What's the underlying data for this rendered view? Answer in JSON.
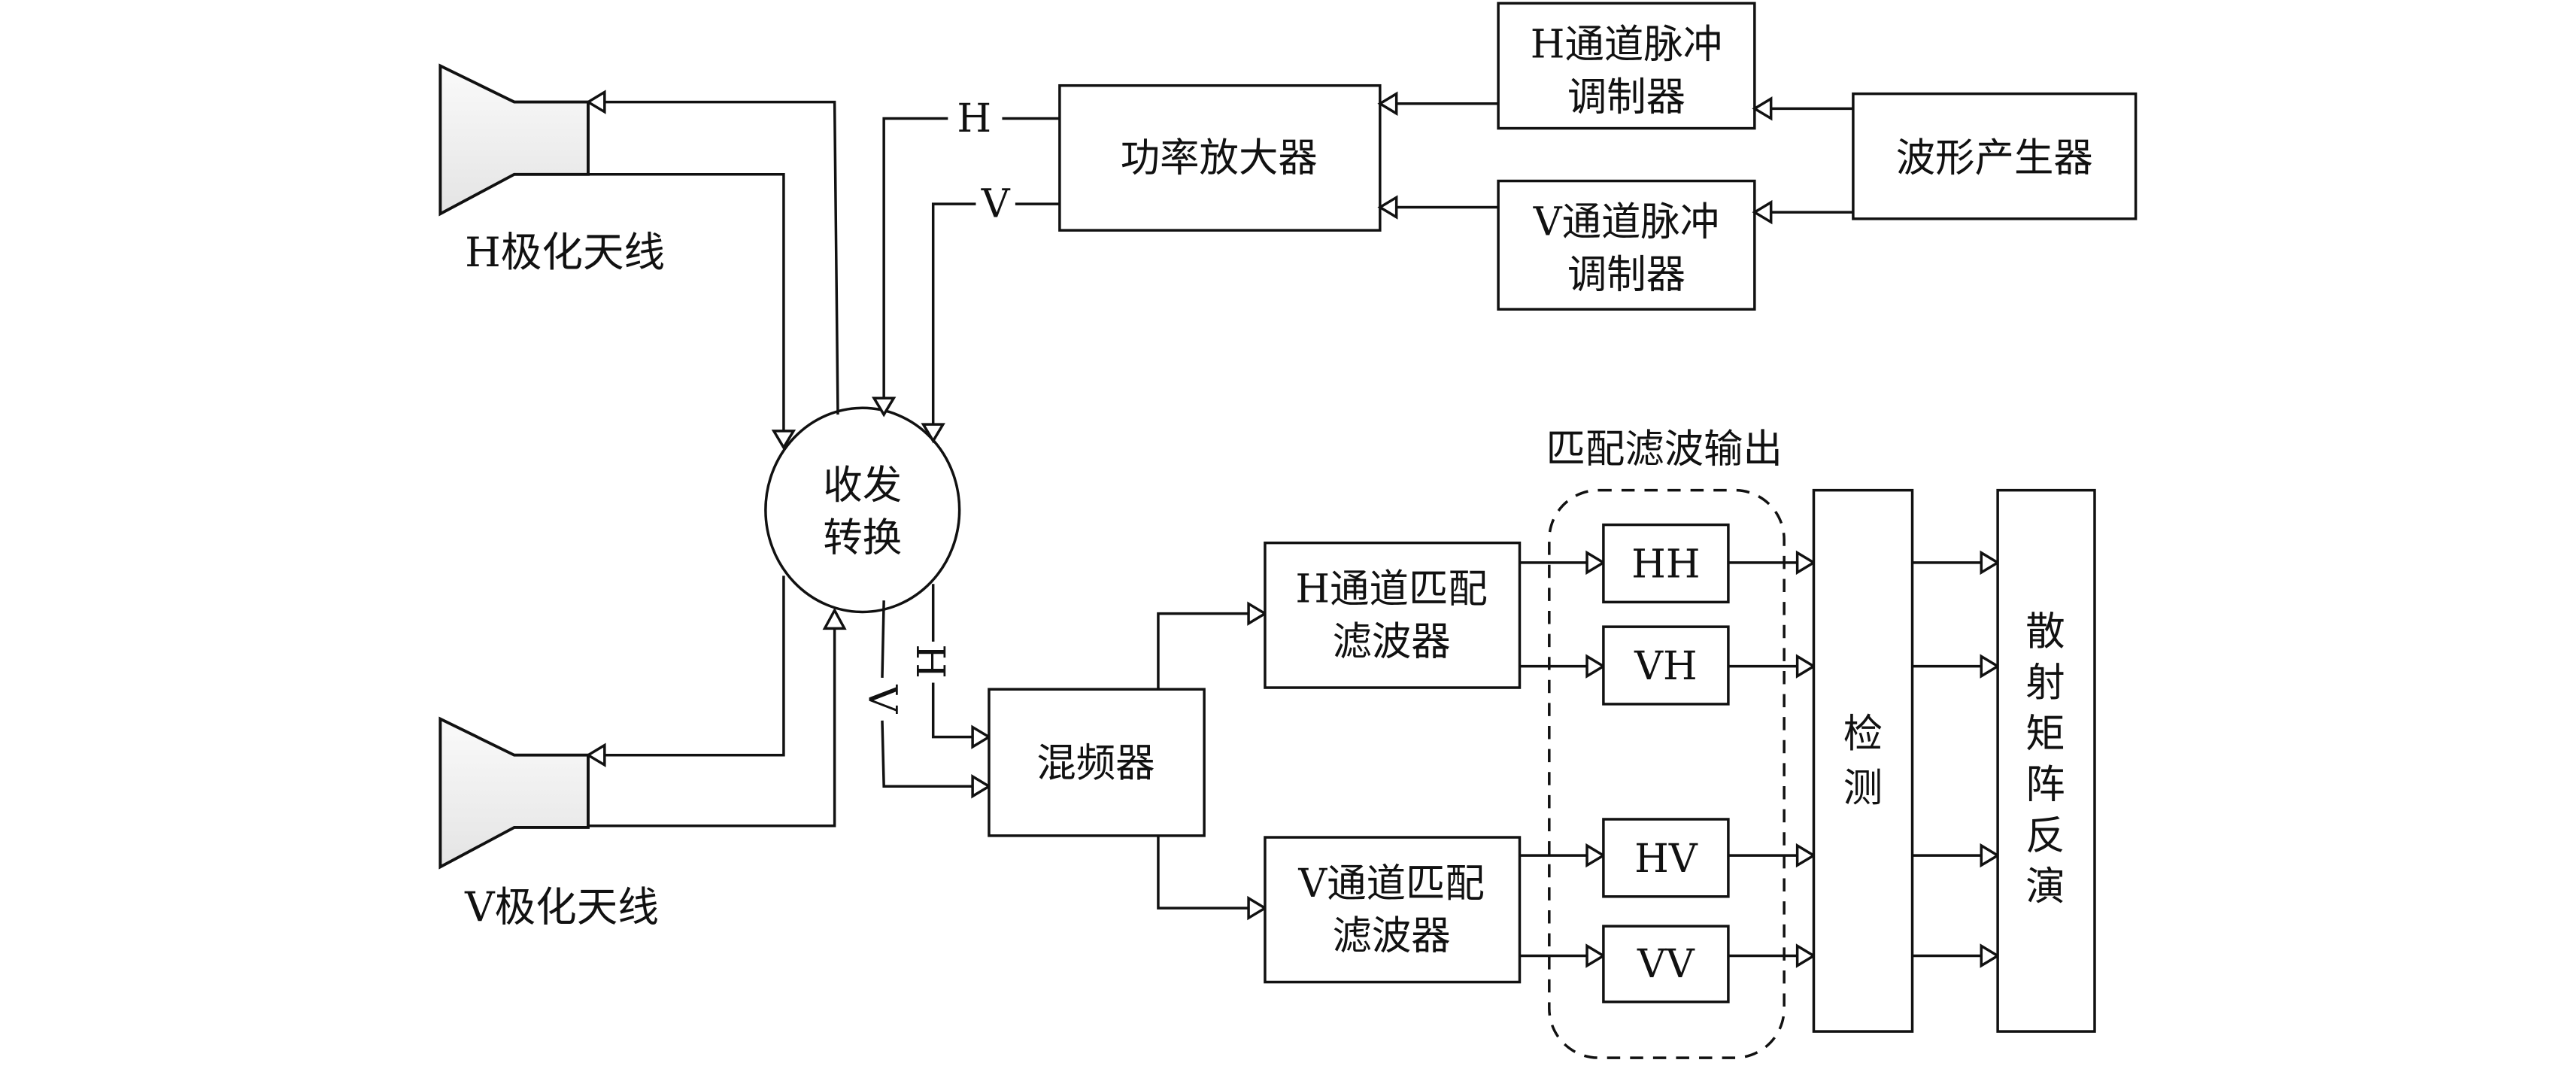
{
  "diagram": {
    "title": "",
    "nodes": {
      "h_antenna": {
        "label": "H极化天线"
      },
      "v_antenna": {
        "label": "V极化天线"
      },
      "tr_switch": {
        "label_lines": [
          "收发",
          "转换"
        ]
      },
      "power_amp": {
        "label": "功率放大器"
      },
      "h_pulse_mod": {
        "label_lines": [
          "H通道脉冲",
          "调制器"
        ]
      },
      "v_pulse_mod": {
        "label_lines": [
          "V通道脉冲",
          "调制器"
        ]
      },
      "waveform_gen": {
        "label": "波形产生器"
      },
      "mixer": {
        "label": "混频器"
      },
      "h_matched_filter": {
        "label_lines": [
          "H通道匹配",
          "滤波器"
        ]
      },
      "v_matched_filter": {
        "label_lines": [
          "V通道匹配",
          "滤波器"
        ]
      },
      "mf_output_group": {
        "label": "匹配滤波输出"
      },
      "hh": {
        "label": "HH"
      },
      "vh": {
        "label": "VH"
      },
      "hv": {
        "label": "HV"
      },
      "vv": {
        "label": "VV"
      },
      "detection": {
        "label_chars": [
          "检",
          "测"
        ]
      },
      "scatter_inversion": {
        "label_chars": [
          "散",
          "射",
          "矩",
          "阵",
          "反",
          "演"
        ]
      }
    },
    "edge_labels": {
      "tx_h": "H",
      "tx_v": "V",
      "rx_h": "H",
      "rx_v": "V"
    },
    "edges": [
      {
        "from": "waveform_gen",
        "to": "h_pulse_mod"
      },
      {
        "from": "waveform_gen",
        "to": "v_pulse_mod"
      },
      {
        "from": "h_pulse_mod",
        "to": "power_amp"
      },
      {
        "from": "v_pulse_mod",
        "to": "power_amp"
      },
      {
        "from": "power_amp",
        "to": "tr_switch",
        "label": "H"
      },
      {
        "from": "power_amp",
        "to": "tr_switch",
        "label": "V"
      },
      {
        "from": "tr_switch",
        "to": "h_antenna"
      },
      {
        "from": "h_antenna",
        "to": "tr_switch"
      },
      {
        "from": "tr_switch",
        "to": "v_antenna"
      },
      {
        "from": "v_antenna",
        "to": "tr_switch"
      },
      {
        "from": "tr_switch",
        "to": "mixer",
        "label": "H"
      },
      {
        "from": "tr_switch",
        "to": "mixer",
        "label": "V"
      },
      {
        "from": "mixer",
        "to": "h_matched_filter"
      },
      {
        "from": "mixer",
        "to": "v_matched_filter"
      },
      {
        "from": "h_matched_filter",
        "to": "hh"
      },
      {
        "from": "h_matched_filter",
        "to": "vh"
      },
      {
        "from": "v_matched_filter",
        "to": "hv"
      },
      {
        "from": "v_matched_filter",
        "to": "vv"
      },
      {
        "from": "hh",
        "to": "detection"
      },
      {
        "from": "vh",
        "to": "detection"
      },
      {
        "from": "hv",
        "to": "detection"
      },
      {
        "from": "vv",
        "to": "detection"
      },
      {
        "from": "detection",
        "to": "scatter_inversion"
      }
    ],
    "colors": {
      "stroke": "#111111",
      "horn_fill_top": "#fafafa",
      "horn_fill_bottom": "#e6e6e6",
      "background": "#ffffff"
    }
  }
}
